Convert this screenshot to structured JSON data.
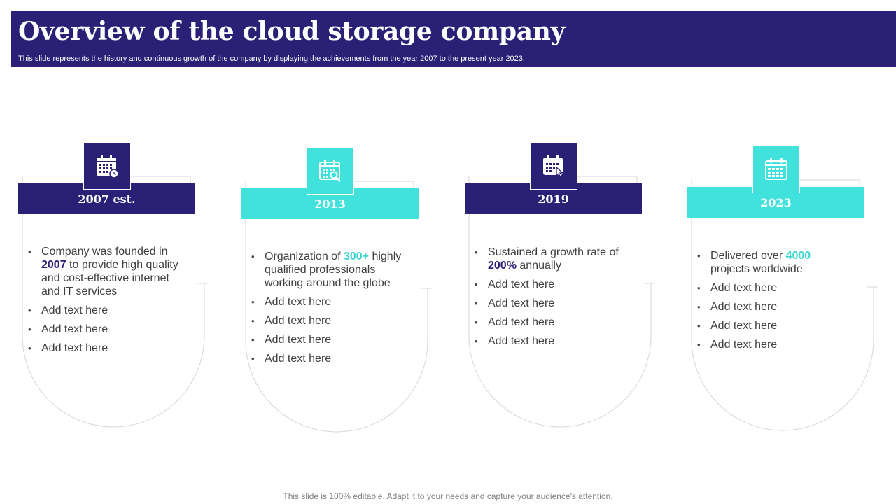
{
  "header": {
    "title": "Overview of the cloud storage company",
    "subtitle": "This slide represents the history and continuous growth of the company by displaying the achievements from the year 2007 to the present year 2023."
  },
  "colors": {
    "navy": "#2a2177",
    "teal": "#41e2dc",
    "highlight_teal": "#3fd6d2"
  },
  "cards": [
    {
      "label": "2007 est.",
      "icon": "calendar-clock-icon",
      "bullets": [
        {
          "pre": "Company was founded in ",
          "highlight": "2007",
          "post": " to provide high quality and cost-effective internet and IT services"
        },
        {
          "text": "Add text here"
        },
        {
          "text": "Add text here"
        },
        {
          "text": "Add text here"
        }
      ]
    },
    {
      "label": "2013",
      "icon": "calendar-search-icon",
      "bullets": [
        {
          "pre": "Organization of ",
          "highlight": "300+",
          "post": " highly qualified professionals working around the globe"
        },
        {
          "text": "Add text here"
        },
        {
          "text": "Add text here"
        },
        {
          "text": "Add text here"
        },
        {
          "text": "Add text here"
        }
      ]
    },
    {
      "label": "2019",
      "icon": "calendar-cursor-icon",
      "bullets": [
        {
          "pre": "Sustained a growth rate of ",
          "highlight": "200%",
          "post": " annually"
        },
        {
          "text": "Add text here"
        },
        {
          "text": "Add text here"
        },
        {
          "text": "Add text here"
        },
        {
          "text": "Add text here"
        }
      ]
    },
    {
      "label": "2023",
      "icon": "calendar-grid-icon",
      "bullets": [
        {
          "pre": "Delivered over ",
          "highlight": "4000",
          "post": " projects worldwide"
        },
        {
          "text": "Add text here"
        },
        {
          "text": "Add text here"
        },
        {
          "text": "Add text here"
        },
        {
          "text": "Add text here"
        }
      ]
    }
  ],
  "footer": "This slide is 100% editable. Adapt it to your needs and capture your audience's attention."
}
